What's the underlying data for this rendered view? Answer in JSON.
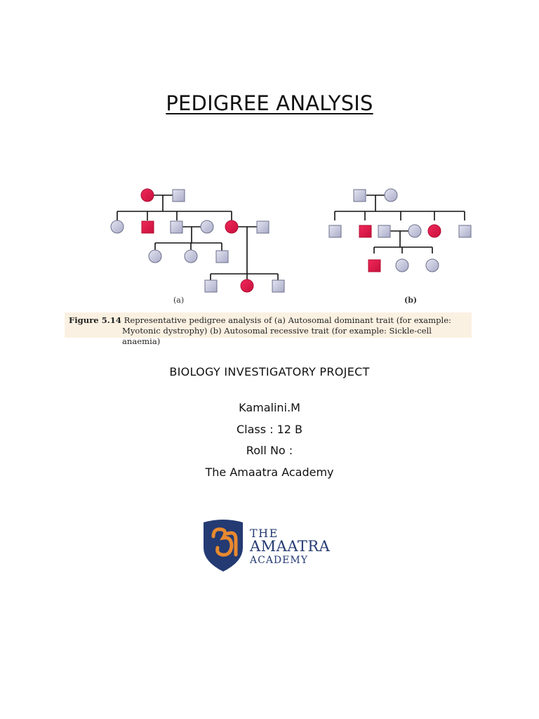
{
  "document": {
    "title": "PEDIGREE ANALYSIS",
    "figure": {
      "label_a": "(a)",
      "label_b": "(b)",
      "caption_number": "Figure 5.14",
      "caption_line1": "Representative pedigree analysis of (a) Autosomal dominant trait (for example:",
      "caption_line2": "Myotonic dystrophy) (b) Autosomal recessive trait (for example: Sickle-cell anaemia)"
    },
    "project_title": "BIOLOGY INVESTIGATORY PROJECT",
    "student_name": "Kamalini.M",
    "class_line": "Class : 12 B",
    "roll_line": "Roll No :",
    "school_name": "The Amaatra Academy"
  },
  "logo": {
    "line1": "THE",
    "line2": "AMAATRA",
    "line3": "ACADEMY",
    "shield_color": "#243a72",
    "accent_color": "#e8892f"
  },
  "colors": {
    "affected": "#e0174a",
    "unaffected": "#c9cbe0",
    "symbol_stroke": "#6b6f8a"
  }
}
